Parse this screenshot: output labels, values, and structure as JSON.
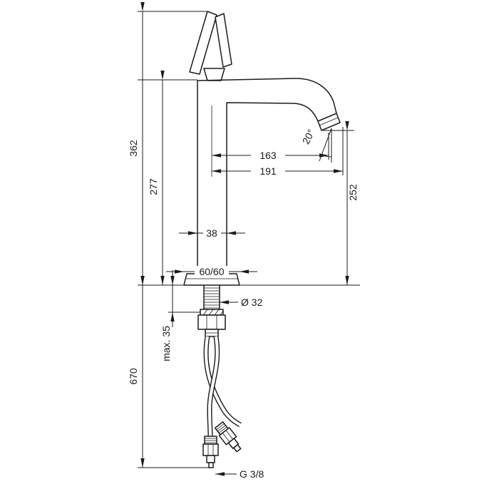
{
  "canvas": {
    "background": "#ffffff",
    "ink": "#1b1b1b"
  },
  "dimensions": {
    "total_height": "362",
    "spout_top_height": "277",
    "outlet_height": "252",
    "spout_reach": "163",
    "total_reach": "191",
    "body_width": "38",
    "base_plate": "60/60",
    "shank_diameter": "Ø 32",
    "max_deck_thickness": "max. 35",
    "hose_length": "670",
    "thread_size": "G 3/8",
    "spray_angle": "20°"
  }
}
